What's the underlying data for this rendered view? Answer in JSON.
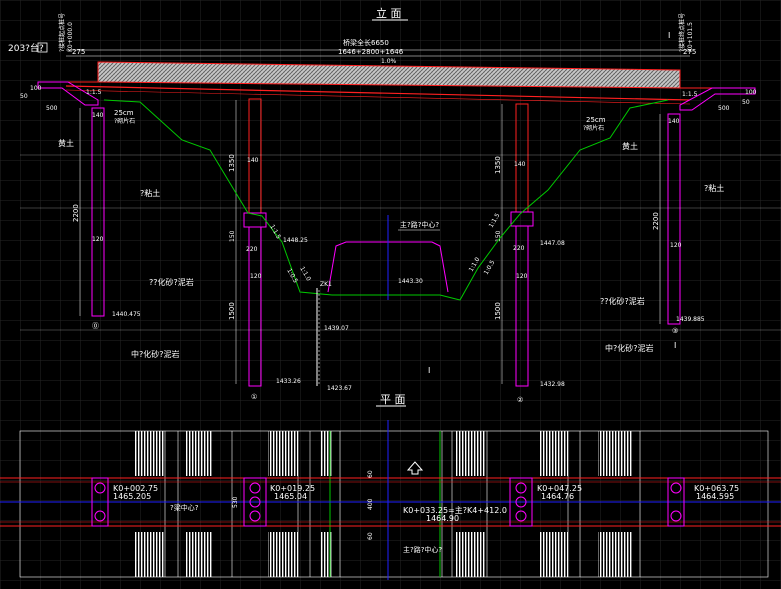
{
  "views": {
    "elevation_title": "立 面",
    "plan_title": "平 面"
  },
  "labels": {
    "left_endpoint": "203?台?",
    "left_stake": "K0+000.0",
    "left_stake_note": "?接桩起点桩号",
    "right_stake": "K0+101.5",
    "right_stake_note": "?接桩终点桩号",
    "section_mark": "I",
    "deck_total": "桥梁全长6650",
    "span_arrangement": "1646+2800+1646",
    "slope_mid": "1.0%",
    "dim_275": "275",
    "dim_100": "100",
    "dim_50": "50",
    "dim_500": "500",
    "dim_140": "140",
    "dim_1350": "1350",
    "dim_2200": "2200",
    "dim_1500": "1500",
    "dim_150": "150",
    "dim_120": "120",
    "dim_220": "220",
    "slope_115": "1:1.5",
    "slope_10": "1:1.0",
    "slope_05": "1:0.5",
    "riprap_25": "25cm",
    "riprap_note": "?砌片石",
    "soil_loess": "黄土",
    "soil_clay": "?粘土",
    "soil_mudstone": "??化砂?泥岩",
    "soil_mid_mudstone": "中?化砂?泥岩",
    "road_center": "主?路?中心?",
    "road_center_plan": "主?路?中心?",
    "zk1": "ZK1",
    "elev_140475": "1440.475",
    "elev_144825": "1448.25",
    "elev_144308": "1447.08",
    "elev_144330": "1443.30",
    "elev_143907": "1439.07",
    "elev_143326": "1433.26",
    "elev_142367": "1423.67",
    "elev_143298": "1432.98",
    "elev_143988": "1439.885",
    "pier_1": "①",
    "pier_2": "②",
    "pier_0": "⓪",
    "pier_3": "③",
    "stake_a": "K0+002.75",
    "stake_a_elev": "1465.205",
    "stake_b": "K0+019.25",
    "stake_b_elev": "1465.04",
    "stake_c": "K0+033.25=主?K4+412.0",
    "stake_c_elev": "1464.90",
    "stake_d": "K0+047.25",
    "stake_d_elev": "1464.76",
    "stake_e": "K0+063.75",
    "stake_e_elev": "1464.595",
    "bridge_center_plan": "?梁中心?",
    "plan_530": "530",
    "plan_400": "400",
    "plan_60": "60"
  },
  "colors": {
    "background": "#000000",
    "grid": "#2e2e2e",
    "red": "#ff2020",
    "magenta": "#ff00ff",
    "green": "#00c800",
    "blue": "#2020ff",
    "white": "#ffffff",
    "yellow": "#ffff00"
  }
}
